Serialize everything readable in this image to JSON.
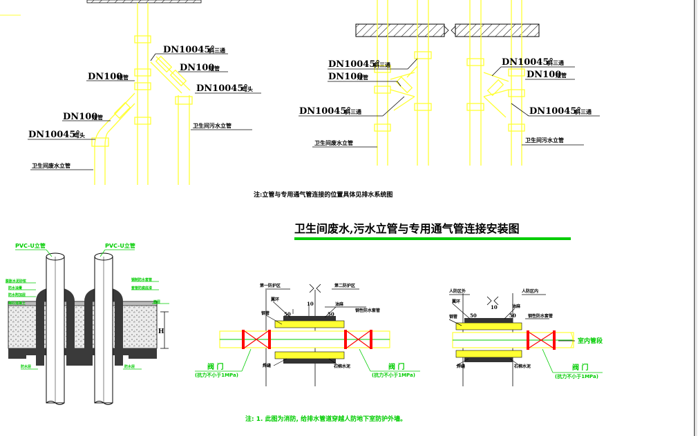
{
  "colors": {
    "pipe": "#ffff33",
    "green": "#00cc00",
    "red": "#ff0000",
    "black": "#000000",
    "concrete": "#dddddd",
    "dark_fill": "#3a3a3a"
  },
  "top_left": {
    "fitting_wye": "DN10045°",
    "fitting_wye_sub": "斜三通",
    "short_pipe_upper": "DN100",
    "short_pipe_upper_sub": "短管",
    "short_pipe_right": "DN100",
    "short_pipe_right_sub": "短管",
    "elbow_right": "DN10045°",
    "elbow_right_sub": "弯头",
    "short_pipe_lower": "DN100",
    "short_pipe_lower_sub": "短管",
    "elbow_lower": "DN10045°",
    "elbow_lower_sub": "弯头",
    "sewage_riser": "卫生间污水立管",
    "waste_riser": "卫生间废水立管"
  },
  "top_right": {
    "left_wye_top": "DN10045°",
    "left_wye_top_sub": "斜三通",
    "left_short_pipe": "DN100",
    "left_short_pipe_sub": "短管",
    "left_wye_bottom": "DN10045°",
    "left_wye_bottom_sub": "斜三通",
    "left_riser": "卫生间废水立管",
    "right_wye_top": "DN10045°",
    "right_wye_top_sub": "斜三通",
    "right_short_pipe": "DN100",
    "right_short_pipe_sub": "短管",
    "right_wye_bottom": "DN10045°",
    "right_wye_bottom_sub": "斜三通",
    "right_riser": "卫生间污水立管"
  },
  "note_top": "注:立管与专用通气管连接的位置具体见排水系统图",
  "main_title": "卫生间废水,污水立管与专用通气管连接安装图",
  "bottom_left": {
    "pvc_left": "PVC-U立管",
    "pvc_right": "PVC-U立管",
    "label_1": "膨胀水泥砂浆",
    "label_2": "防水油膏",
    "label_3": "防水附加层",
    "label_4": "细石混凝土",
    "label_5": "钢制防水套管",
    "label_6": "套管防腐底漆",
    "label_7": "面层",
    "label_8": "防水层",
    "label_9": "防水层",
    "dim_h": "H"
  },
  "bottom_mid": {
    "zone_1": "第一防护区",
    "zone_2": "第二防护区",
    "label_ring": "翼环",
    "label_oil": "油麻",
    "label_sleeve": "钢性防水套管",
    "label_steel": "钢管",
    "dim_10": "10",
    "dim_50a": "50",
    "dim_50b": "50",
    "label_weld": "焊缝",
    "label_cement": "石棉水泥",
    "valve_left": "阀 门",
    "valve_left_sub": "(抗力不小于1MPa)",
    "valve_right": "阀 门",
    "valve_right_sub": "(抗力不小于1MPa)"
  },
  "bottom_right": {
    "zone_out": "人防区外",
    "zone_in": "人防区内",
    "label_ring": "翼环",
    "label_oil": "油麻",
    "label_sleeve": "钢性防水套管",
    "label_steel": "钢管",
    "dim_10": "10",
    "dim_50a": "50",
    "dim_50b": "50",
    "label_weld": "焊缝",
    "label_cement": "石棉水泥",
    "indoor_pipe": "室内管段",
    "valve": "阀 门",
    "valve_sub": "(抗力不小于1MPa)"
  },
  "note_bottom": "注: 1. 此图为消防, 给排水管道穿越人防地下室防护外墙。"
}
